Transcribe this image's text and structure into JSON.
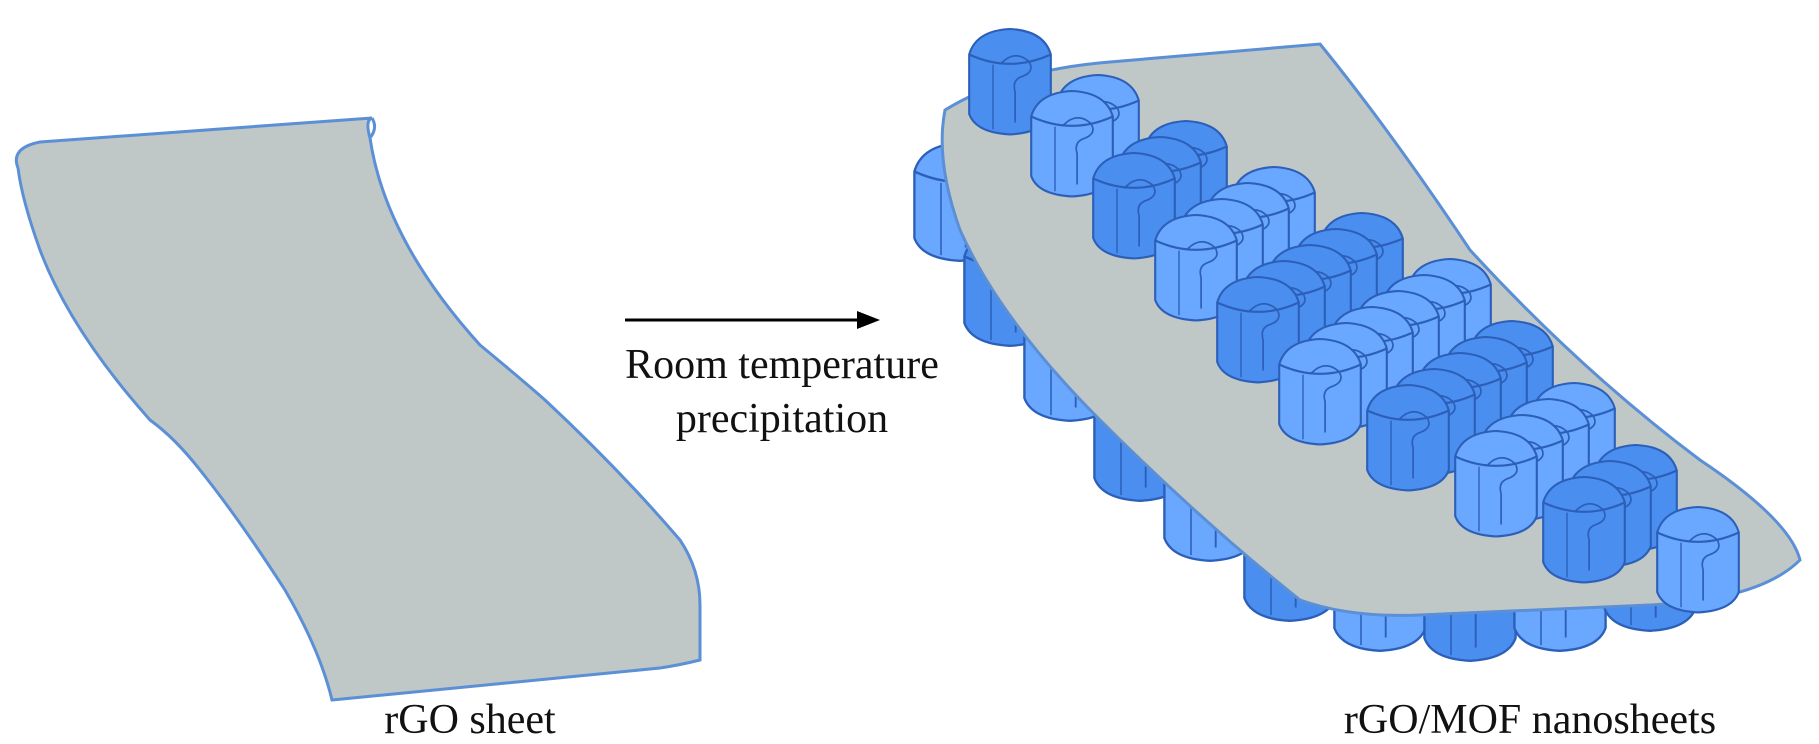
{
  "left_panel": {
    "caption": "rGO sheet",
    "sheet_fill": "#bfc7c7",
    "sheet_edge": "#5b8fd6"
  },
  "process": {
    "line1": "Room temperature",
    "line2": "precipitation",
    "arrow_color": "#000000"
  },
  "right_panel": {
    "caption": "rGO/MOF nanosheets",
    "mof_fill": "#4a8ef0",
    "mof_light": "#6aa8ff",
    "mof_edge": "#2c5fb8",
    "sheet_fill": "#bfc7c7"
  }
}
